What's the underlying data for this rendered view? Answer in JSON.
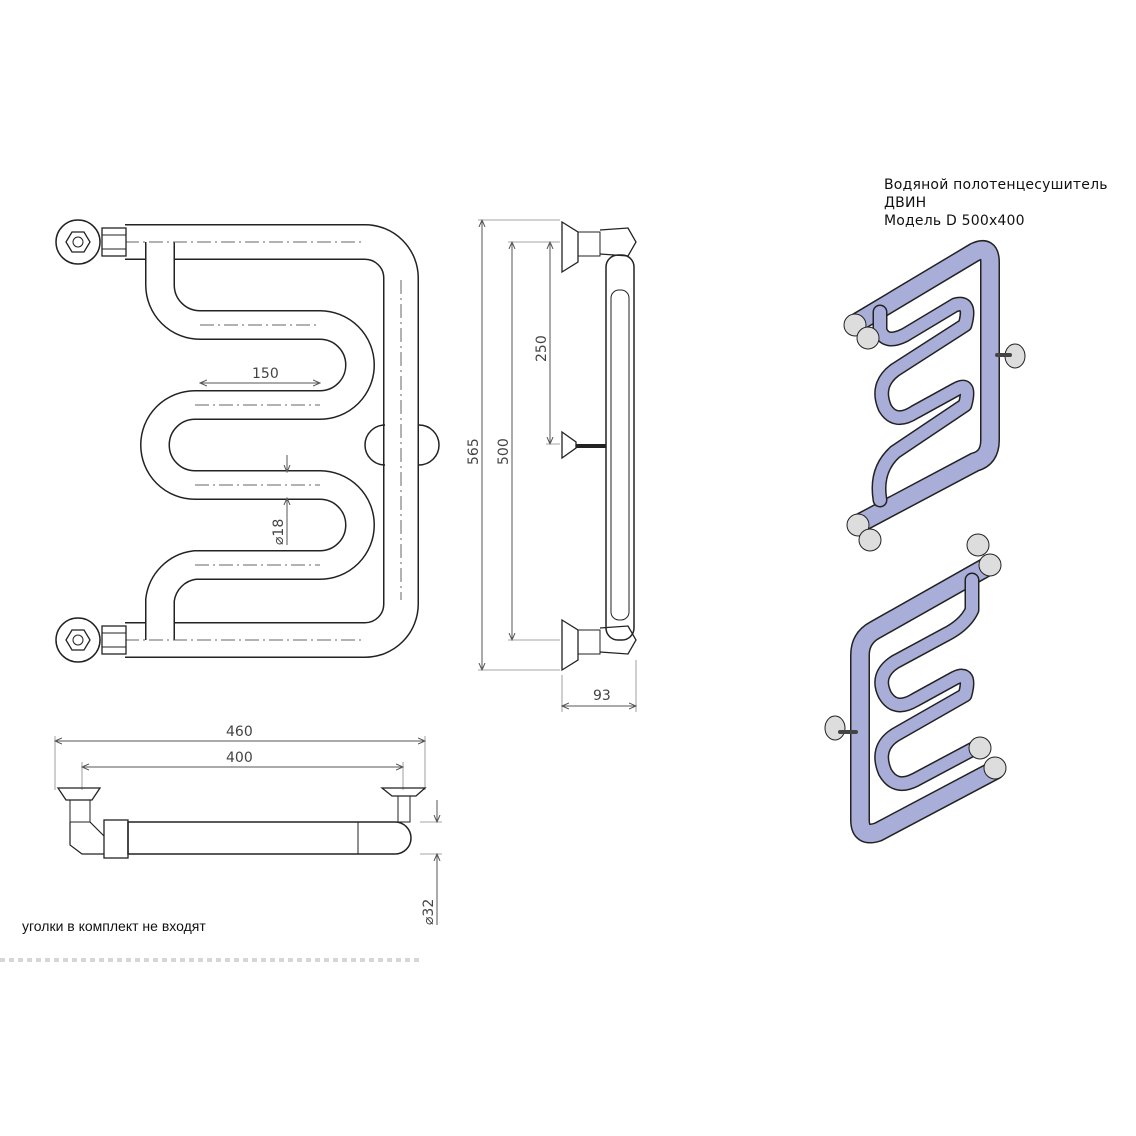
{
  "title": {
    "line1": "Водяной полотенцесушитель ДВИН",
    "line2": "Модель D 500x400"
  },
  "note": "уголки в комплект не входят",
  "dimensions": {
    "front_step": "150",
    "front_pipe_diameter": "⌀18",
    "side_total_height": "565",
    "side_axis_height": "500",
    "side_middle_height": "250",
    "side_depth": "93",
    "bottom_total_width": "460",
    "bottom_axis_width": "400",
    "bottom_pipe_diameter": "⌀32"
  },
  "colors": {
    "line": "#222222",
    "dimension": "#555555",
    "render_pipe": "#a9aed8"
  }
}
